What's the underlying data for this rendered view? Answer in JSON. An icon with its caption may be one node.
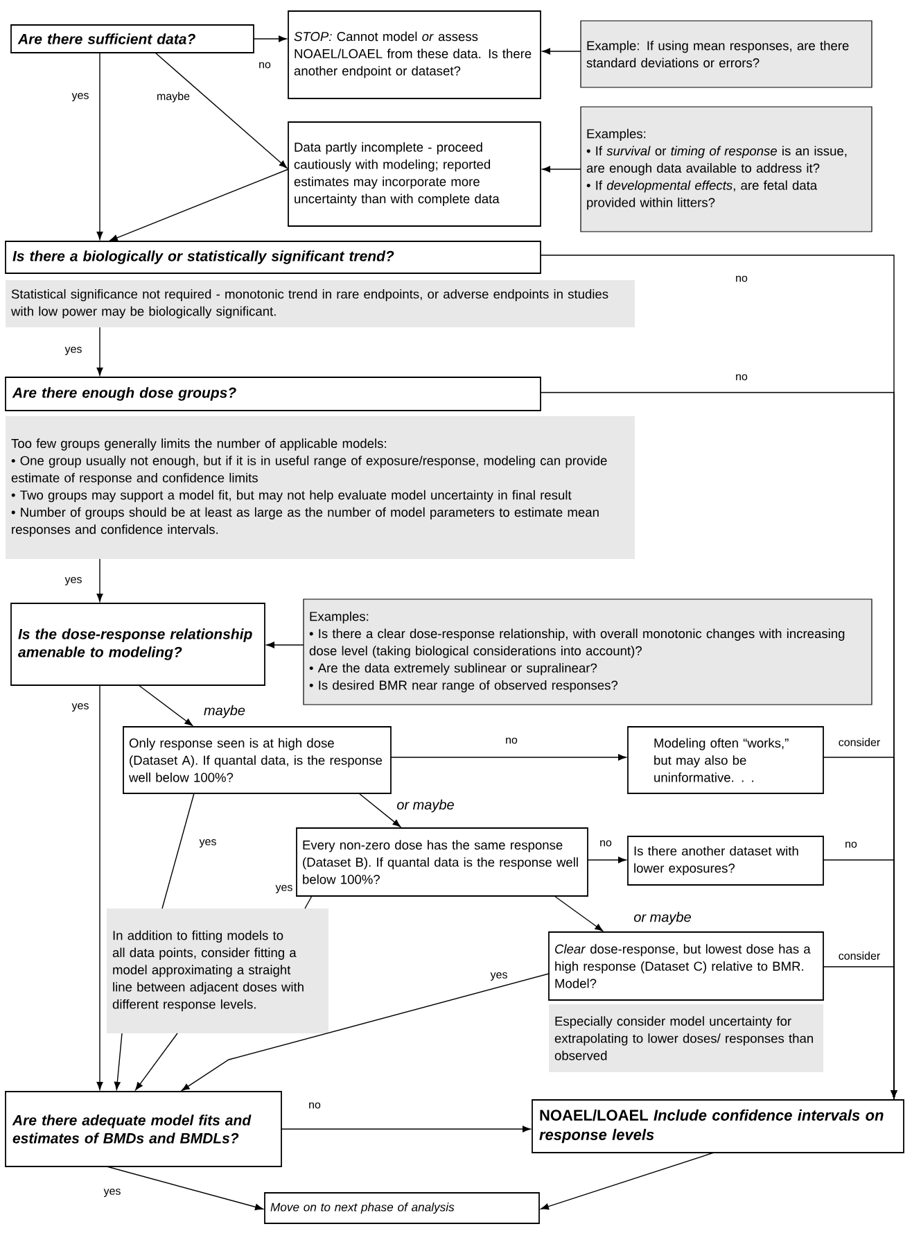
{
  "diagram": {
    "nodes": [
      {
        "text": [
          "Are there sufficient data?"
        ]
      },
      {
        "text": [
          "*STOP:* Cannot model *or* assess NOAEL/LOAEL from these data. Is there another endpoint or dataset?"
        ]
      },
      {
        "text": [
          "Example: If using mean responses, are there standard deviations or errors?"
        ]
      },
      {
        "text": [
          "Data partly incomplete - proceed cautiously with modeling; reported estimates may incorporate more uncertainty than with complete data"
        ]
      },
      {
        "text": [
          "Examples:",
          "• If *survival* or *timing of response* is an issue, are enough data available to address it?",
          "• If *developmental effects*, are fetal data provided within litters?"
        ]
      },
      {
        "text": [
          "Is there a biologically or statistically significant trend?"
        ]
      },
      {
        "text": [
          "Statistical significance not required - monotonic trend in rare endpoints, or adverse endpoints in studies with low power may be biologically significant."
        ]
      },
      {
        "text": [
          "Are there enough dose groups?"
        ]
      },
      {
        "text": [
          "Too few groups generally limits the number of applicable models:",
          "• One group usually not enough, but if it is in useful range of exposure/response, modeling can provide estimate of response and confidence limits",
          "• Two groups may support a model fit, but may not help evaluate model uncertainty in final result",
          "• Number of groups should be at least as large as the number of model parameters to estimate mean responses and confidence intervals."
        ]
      },
      {
        "text": [
          "Is the dose-response relationship amenable to modeling?"
        ]
      },
      {
        "text": [
          "Examples:",
          "• Is there a clear dose-response relationship, with overall monotonic changes with increasing dose level (taking biological considerations into account)?",
          "• Are the data extremely sublinear or supralinear?",
          "• Is desired BMR near range of observed responses?"
        ]
      },
      {
        "text": [
          "Only response seen is at high dose (Dataset A).  If quantal data, is the response well below 100%?"
        ]
      },
      {
        "text": [
          "Modeling often “works,” but may also be uninformative. . ."
        ]
      },
      {
        "text": [
          "Every non-zero dose has the same response  (Dataset B). If quantal data is the response well below 100%?"
        ]
      },
      {
        "text": [
          "Is there another dataset with lower exposures?"
        ]
      },
      {
        "text": [
          "In addition to fitting models to all data points, consider fitting a model approximating a straight line between adjacent doses with different response levels."
        ]
      },
      {
        "text": [
          "*Clear* dose-response, but lowest dose has a high response (Dataset C) relative to BMR.  Model?"
        ]
      },
      {
        "text": [
          "Especially consider model uncertainty for extrapolating to lower doses/ responses than observed"
        ]
      },
      {
        "text": [
          "Are there adequate model fits and estimates of BMDs and BMDLs?"
        ]
      },
      {
        "text": [
          "NOAEL/LOAEL *Include confidence intervals on response levels*"
        ]
      },
      {
        "text": [
          "Move on to next phase of analysis"
        ]
      }
    ],
    "edges": [
      {
        "from": 0,
        "to": 1,
        "arrow": "to",
        "label": "no"
      },
      {
        "from": 0,
        "to": 5,
        "arrow": "to",
        "label": "yes"
      },
      {
        "from": 0,
        "to": 3,
        "arrow": "to",
        "label": "maybe"
      },
      {
        "from": 2,
        "to": 1,
        "arrow": "to"
      },
      {
        "from": 4,
        "to": 3,
        "arrow": "to"
      },
      {
        "from": 3,
        "to": 5,
        "arrow": "to"
      },
      {
        "from": 5,
        "to": 19,
        "arrow": "to",
        "label": "no"
      },
      {
        "from": 6,
        "to": 7,
        "arrow": "to",
        "label": "yes"
      },
      {
        "from": 7,
        "to": 19,
        "arrow": "to",
        "label": "no"
      },
      {
        "from": 8,
        "to": 9,
        "arrow": "to",
        "label": "yes"
      },
      {
        "from": 10,
        "to": 9,
        "arrow": "to"
      },
      {
        "from": 9,
        "to": 11,
        "arrow": "to",
        "label": "maybe"
      },
      {
        "from": 9,
        "to": 18,
        "arrow": "to",
        "label": "yes"
      },
      {
        "from": 11,
        "to": 12,
        "arrow": "to",
        "label": "no"
      },
      {
        "from": 11,
        "to": 13,
        "arrow": "to",
        "label": "or maybe"
      },
      {
        "from": 11,
        "to": 15,
        "arrow": "none",
        "label": "yes"
      },
      {
        "from": 12,
        "to": 19,
        "arrow": "to",
        "label": "consider"
      },
      {
        "from": 13,
        "to": 14,
        "arrow": "to",
        "label": "no"
      },
      {
        "from": 13,
        "to": 15,
        "arrow": "none",
        "label": "yes"
      },
      {
        "from": 13,
        "to": 16,
        "arrow": "to",
        "label": "or maybe"
      },
      {
        "from": 14,
        "to": 19,
        "arrow": "to",
        "label": "no"
      },
      {
        "from": 15,
        "to": 18,
        "arrow": "to"
      },
      {
        "from": 15,
        "to": 18,
        "arrow": "to"
      },
      {
        "from": 16,
        "to": 18,
        "arrow": "to",
        "label": "yes"
      },
      {
        "from": 16,
        "to": 19,
        "arrow": "to",
        "label": "consider"
      },
      {
        "from": 18,
        "to": 19,
        "arrow": "to",
        "label": "no"
      },
      {
        "from": 18,
        "to": 20,
        "arrow": "to",
        "label": "yes"
      },
      {
        "from": 19,
        "to": 20,
        "arrow": "to"
      }
    ]
  }
}
